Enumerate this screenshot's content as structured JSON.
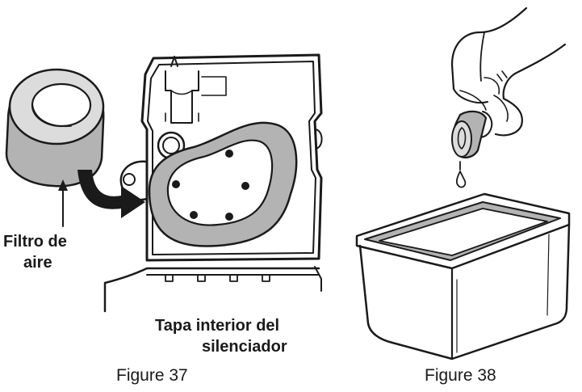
{
  "figure37": {
    "caption": "Figure 37",
    "air_filter_label_line1": "Filtro de",
    "air_filter_label_line2": "aire",
    "cover_label_line1": "Tapa interior del",
    "cover_label_line2": "silenciador"
  },
  "figure38": {
    "caption": "Figure 38"
  },
  "colors": {
    "line": "#1a1a1a",
    "filter_gray": "#b3b3b3",
    "filter_light": "#dcdcdc",
    "arrow": "#1a1a1a"
  },
  "icons": {
    "air-filter": "foam-ring",
    "arrow": "curved-arrow",
    "hand": "hand-squeezing-filter",
    "tray": "oil-tray"
  }
}
